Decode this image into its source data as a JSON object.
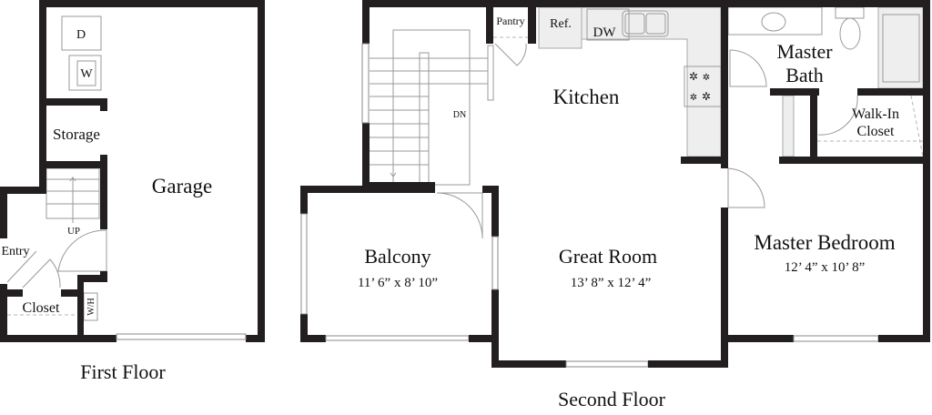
{
  "first_floor": {
    "title": "First Floor",
    "rooms": {
      "garage": "Garage",
      "storage": "Storage",
      "entry": "Entry",
      "closet": "Closet",
      "stairs_up": "UP",
      "dryer": "D",
      "washer": "W",
      "water_heater": "W/H"
    }
  },
  "second_floor": {
    "title": "Second Floor",
    "rooms": {
      "kitchen": "Kitchen",
      "pantry": "Pantry",
      "refrigerator": "Ref.",
      "dishwasher": "DW",
      "stairs_down": "DN",
      "master_bath_1": "Master",
      "master_bath_2": "Bath",
      "walkin_1": "Walk-In",
      "walkin_2": "Closet",
      "balcony": "Balcony",
      "balcony_size": "11’ 6” x 8’ 10”",
      "great_room": "Great Room",
      "great_room_size": "13’ 8” x 12’ 4”",
      "master_bedroom": "Master Bedroom",
      "master_bedroom_size": "12’ 4” x 10’ 8”"
    }
  },
  "colors": {
    "wall": "#231f20",
    "counter": "#eeeeee"
  }
}
